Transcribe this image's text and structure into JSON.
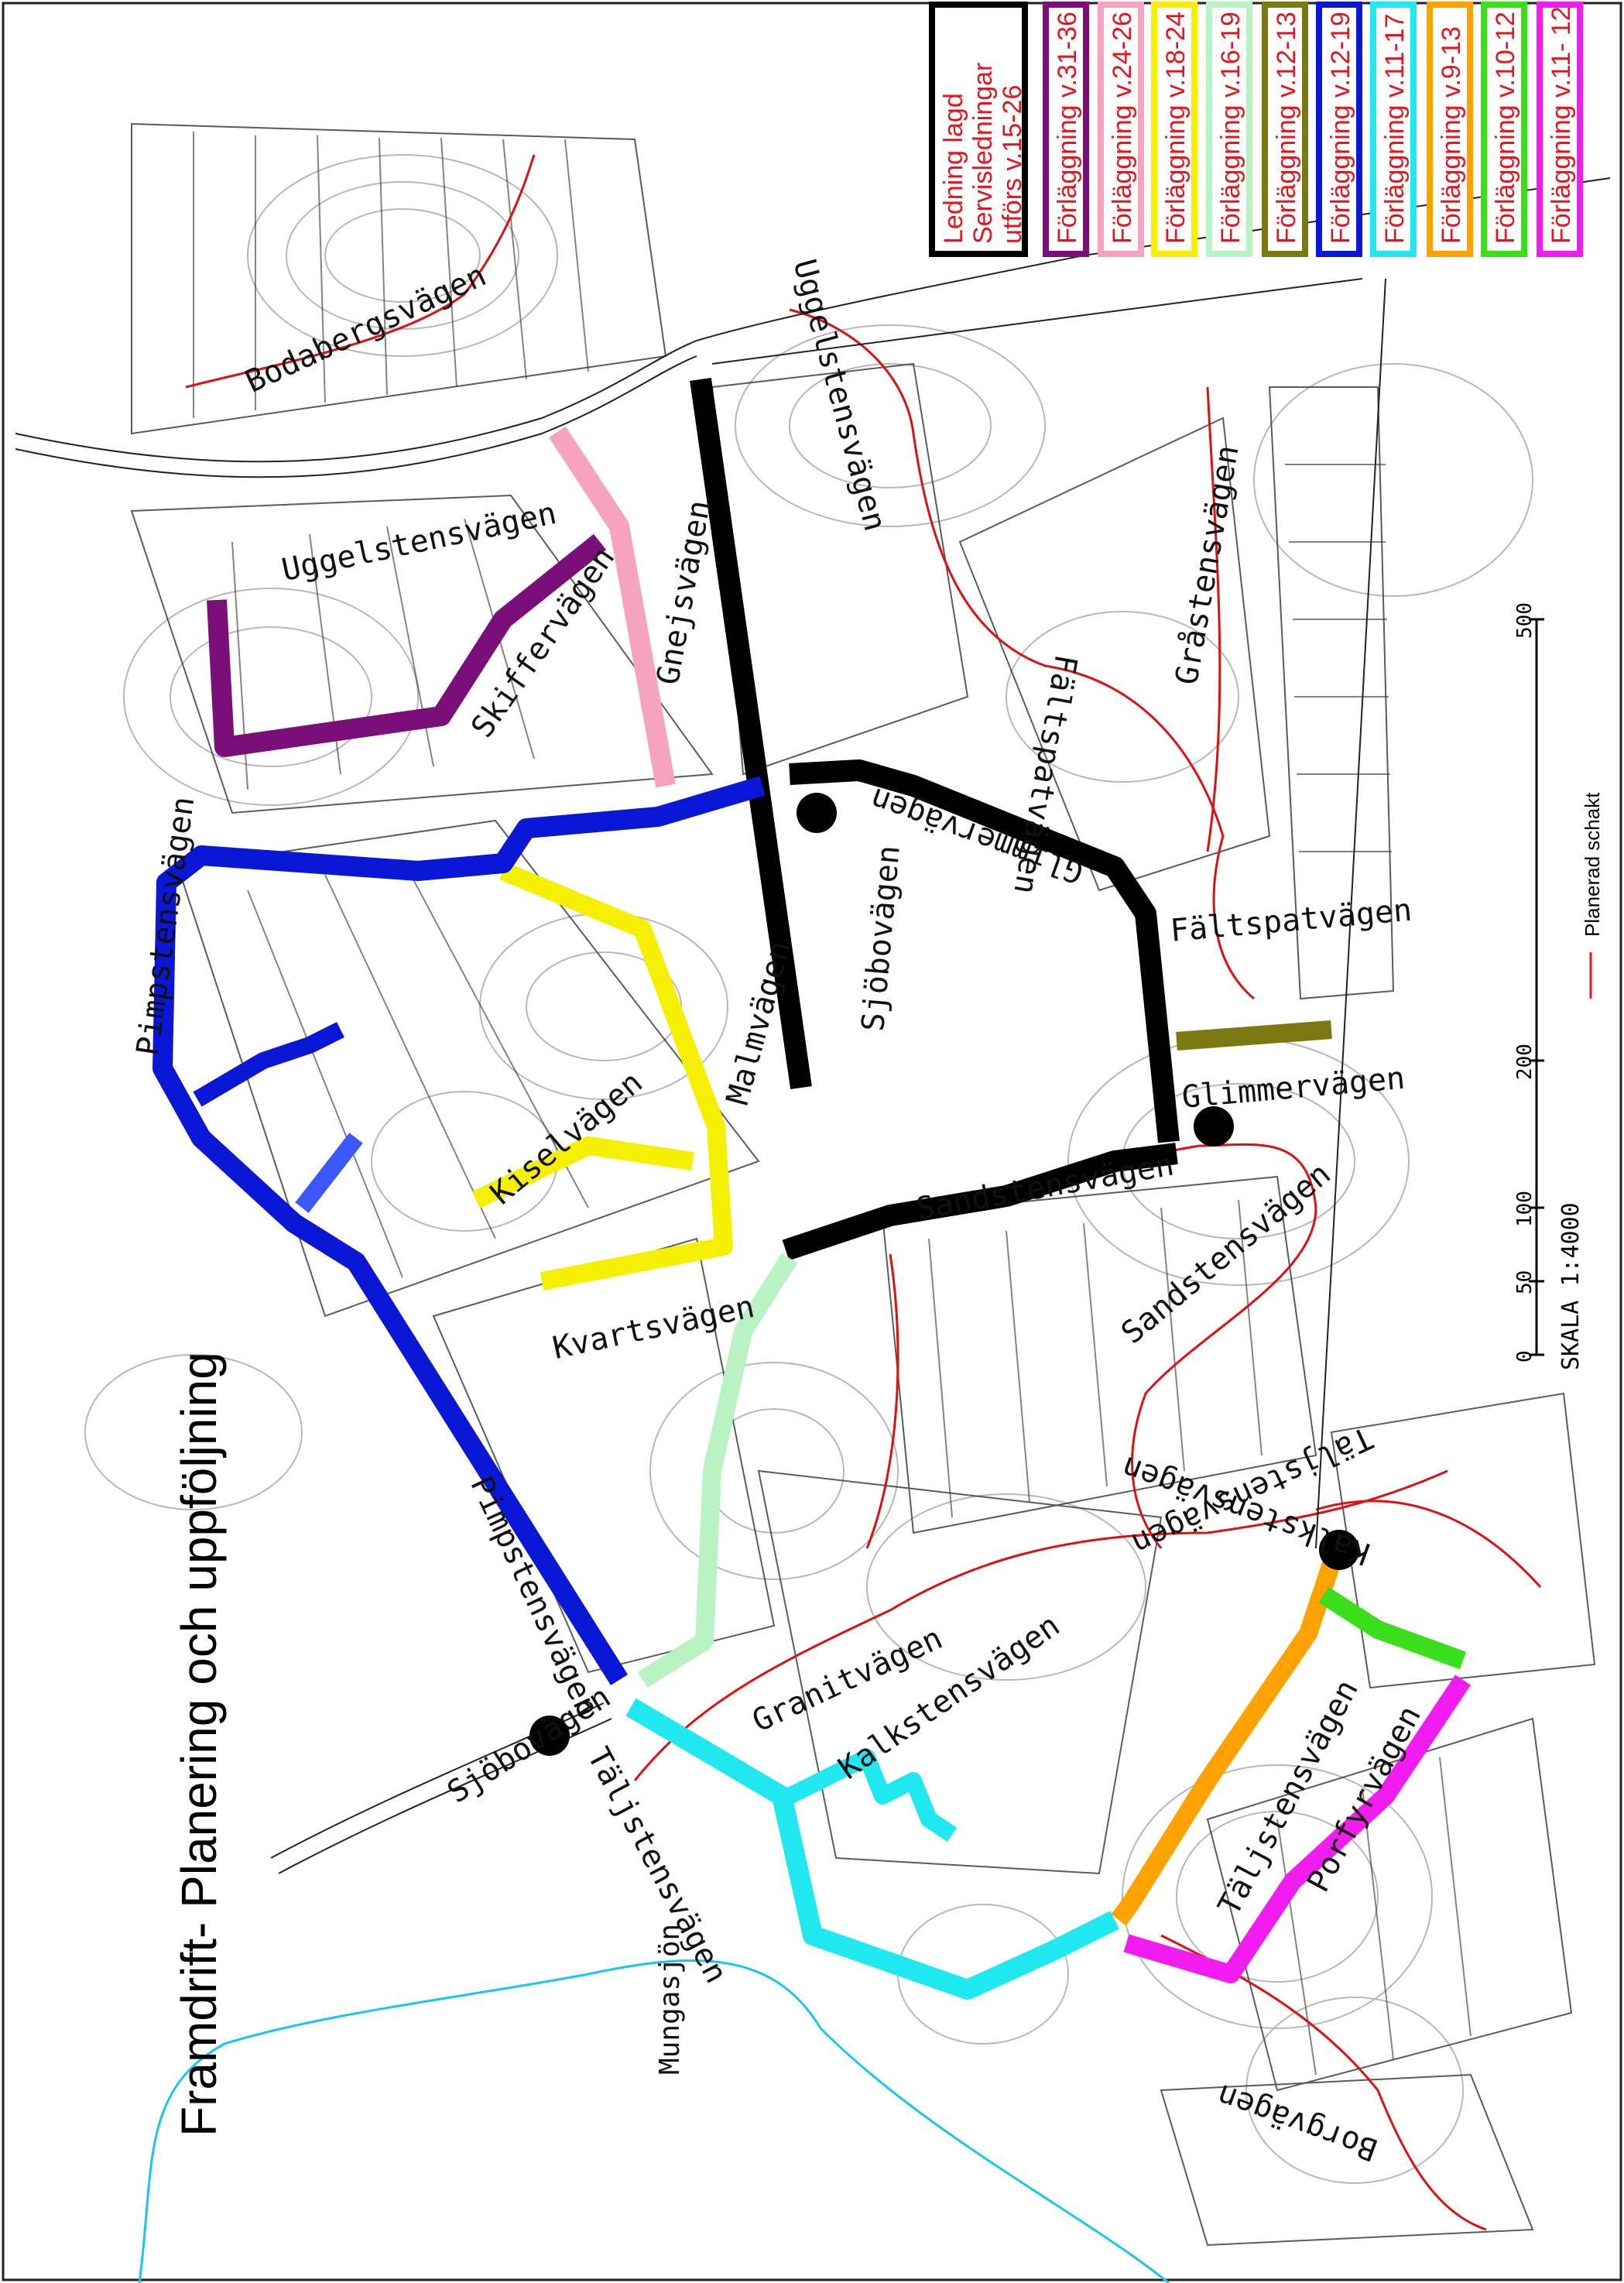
{
  "title": "Framdrift- Planering och uppföljning",
  "legend": [
    {
      "lines": [
        "Ledning lagd",
        "Servisledningar",
        "utförs v.15-26"
      ],
      "color": "#000000"
    },
    {
      "lines": [
        "Förläggning v.31-36"
      ],
      "color": "#7a0f7a"
    },
    {
      "lines": [
        "Förläggning v.24-26"
      ],
      "color": "#f6a3bf"
    },
    {
      "lines": [
        "Förläggning v.18-24"
      ],
      "color": "#f4f000"
    },
    {
      "lines": [
        "Förläggning v.16-19"
      ],
      "color": "#b9f2c3"
    },
    {
      "lines": [
        "Förläggning v.12-13"
      ],
      "color": "#7b7a12"
    },
    {
      "lines": [
        "Förläggning v.12-19"
      ],
      "color": "#0b17d6"
    },
    {
      "lines": [
        "Förläggning v.11-17"
      ],
      "color": "#1fe8f0"
    },
    {
      "lines": [
        "Förläggning v.9-13"
      ],
      "color": "#ffa200"
    },
    {
      "lines": [
        "Förläggning v.10-12"
      ],
      "color": "#38df1a"
    },
    {
      "lines": [
        "Förläggning v.11- 12"
      ],
      "color": "#f21cf0"
    }
  ],
  "planned_trench_label": "Planerad schakt",
  "scale": {
    "label": "SKALA 1:4000",
    "ticks": [
      "0",
      "50",
      "100",
      "200",
      "500"
    ]
  },
  "streets": {
    "bodabergsvagen": "Bodabergsvägen",
    "uggelstensvagen_1": "Uggelstensvägen",
    "uggelstensvagen_2": "Uggelstensvägen",
    "skiffervagen": "Skiffervägen",
    "gnejsvagen": "Gnejsvägen",
    "faltspatvagen_1": "Fältspatvägen",
    "faltspatvagen_2": "Fältspatvägen",
    "grastensvagen": "Gråstensvägen",
    "glimmervagen_1": "Glimmervägen",
    "glimmervagen_2": "Glimmervägen",
    "sjobovagen_1": "Sjöbovägen",
    "sjobovagen_2": "Sjöbovägen",
    "pimpstensvagen_1": "Pimpstensvägen",
    "pimpstensvagen_2": "Pimpstensvägen",
    "malmvagen": "Malmvägen",
    "kiselvagen": "Kiselvägen",
    "kvartsvagen": "Kvartsvägen",
    "sandstensvagen_1": "Sandstensvägen",
    "sandstensvagen_2": "Sandstensvägen",
    "granitvagen": "Granitvägen",
    "kalkstensvagen_1": "Kalkstensvägen",
    "kalkstensvagen_2": "Kalkstensvägen",
    "taljstensvagen_1": "Täljstensvägen",
    "taljstensvagen_2": "Täljstensvägen",
    "taljstensvagen_3": "Täljstensvägen",
    "porfyrvagen": "Porfyrvägen",
    "borgvagen": "Borgvägen"
  },
  "lake": "Mungasjön"
}
